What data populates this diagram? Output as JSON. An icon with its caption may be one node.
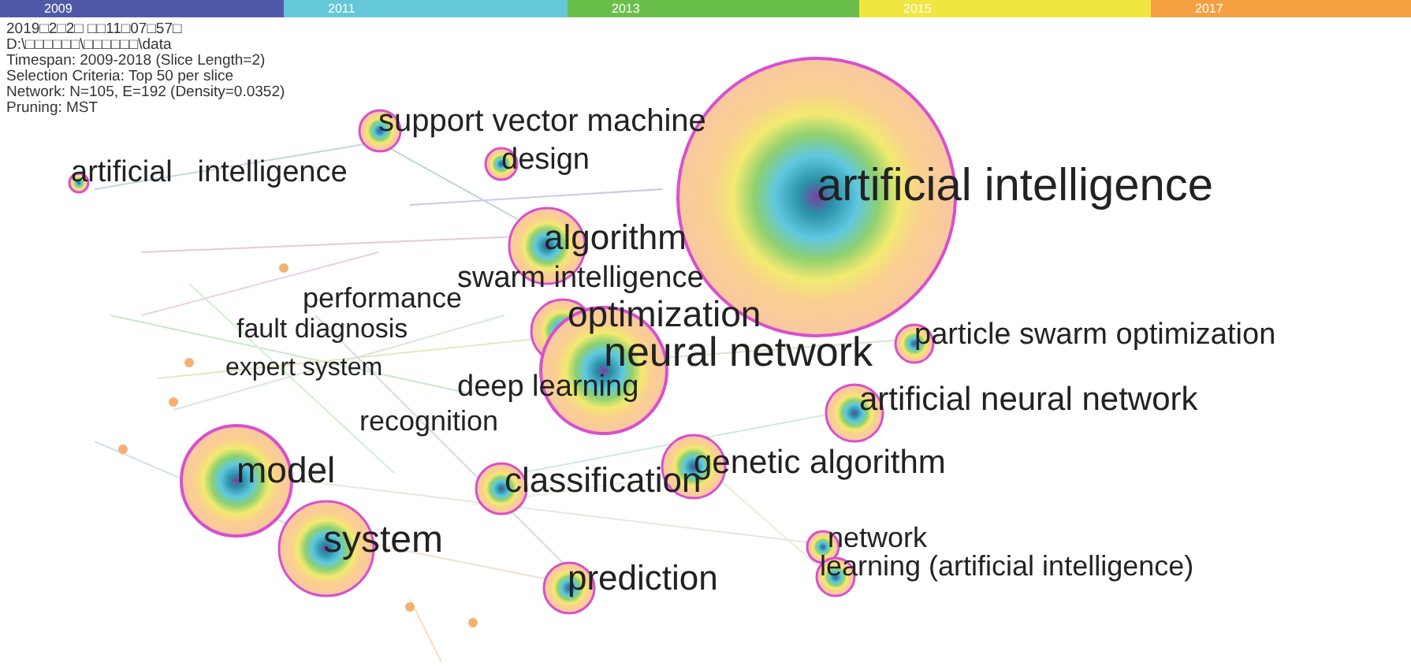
{
  "diagram": {
    "nodes": [
      {
        "text": [
          "support vector machine"
        ]
      },
      {
        "text": [
          "artificial   intelligence"
        ]
      },
      {
        "text": [
          "design"
        ]
      },
      {
        "text": [
          "artificial intelligence"
        ]
      },
      {
        "text": [
          "algorithm"
        ]
      },
      {
        "text": [
          "swarm intelligence"
        ]
      },
      {
        "text": [
          "performance"
        ]
      },
      {
        "text": [
          "optimization"
        ]
      },
      {
        "text": [
          "fault diagnosis"
        ]
      },
      {
        "text": [
          "neural network"
        ]
      },
      {
        "text": [
          "particle swarm optimization"
        ]
      },
      {
        "text": [
          "expert system"
        ]
      },
      {
        "text": [
          "deep learning"
        ]
      },
      {
        "text": [
          "artificial neural network"
        ]
      },
      {
        "text": [
          "recognition"
        ]
      },
      {
        "text": [
          "model"
        ]
      },
      {
        "text": [
          "classification"
        ]
      },
      {
        "text": [
          "genetic algorithm"
        ]
      },
      {
        "text": [
          "system"
        ]
      },
      {
        "text": [
          "network"
        ]
      },
      {
        "text": [
          "prediction"
        ]
      },
      {
        "text": [
          "learning (artificial intelligence)"
        ]
      }
    ],
    "labels": [
      "2009",
      "2011",
      "2013",
      "2015",
      "2017",
      "2019□2□2□ □□11□07□57□",
      "D:\\□□□□□□\\□□□□□□\\data",
      "Timespan: 2009-2018 (Slice Length=2)",
      "Selection Criteria: Top 50 per slice",
      "Network: N=105, E=192 (Density=0.0352)",
      "Pruning: MST"
    ]
  }
}
